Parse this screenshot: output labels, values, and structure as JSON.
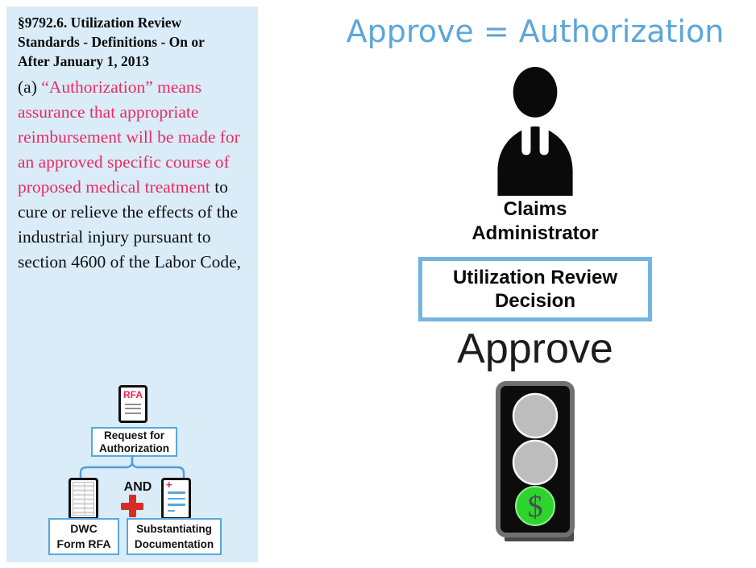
{
  "sidebar": {
    "header": "§9792.6. Utilization Review\nStandards - Definitions - On or\nAfter January 1, 2013",
    "paragraph": {
      "prefix": "(a) ",
      "highlight": "“Authorization” means assurance that appropriate reimbursement will be made for an approved specific course of proposed medical treatment",
      "suffix": " to cure or relieve the effects of the industrial injury pursuant to section 4600 of the Labor Code,"
    },
    "diagram": {
      "rfa_doc_label": "RFA",
      "request_box": "Request for\nAuthorization",
      "and_label": "AND",
      "dwc_box": "DWC\nForm RFA",
      "substantiating_box": "Substantiating\nDocumentation"
    }
  },
  "main": {
    "title": "Approve = Authorization",
    "actor_label": "Claims\nAdministrator",
    "decision_box": "Utilization Review\nDecision",
    "decision_label": "Approve",
    "traffic_light": {
      "dollar": "$"
    }
  },
  "colors": {
    "sidebar_bg": "#d9ecf8",
    "title_blue": "#5ca6da",
    "highlight_red": "#ea2a62",
    "box_border_blue": "#5aa7dc",
    "green_light": "#2fd32f",
    "plus_red": "#d62d26"
  }
}
